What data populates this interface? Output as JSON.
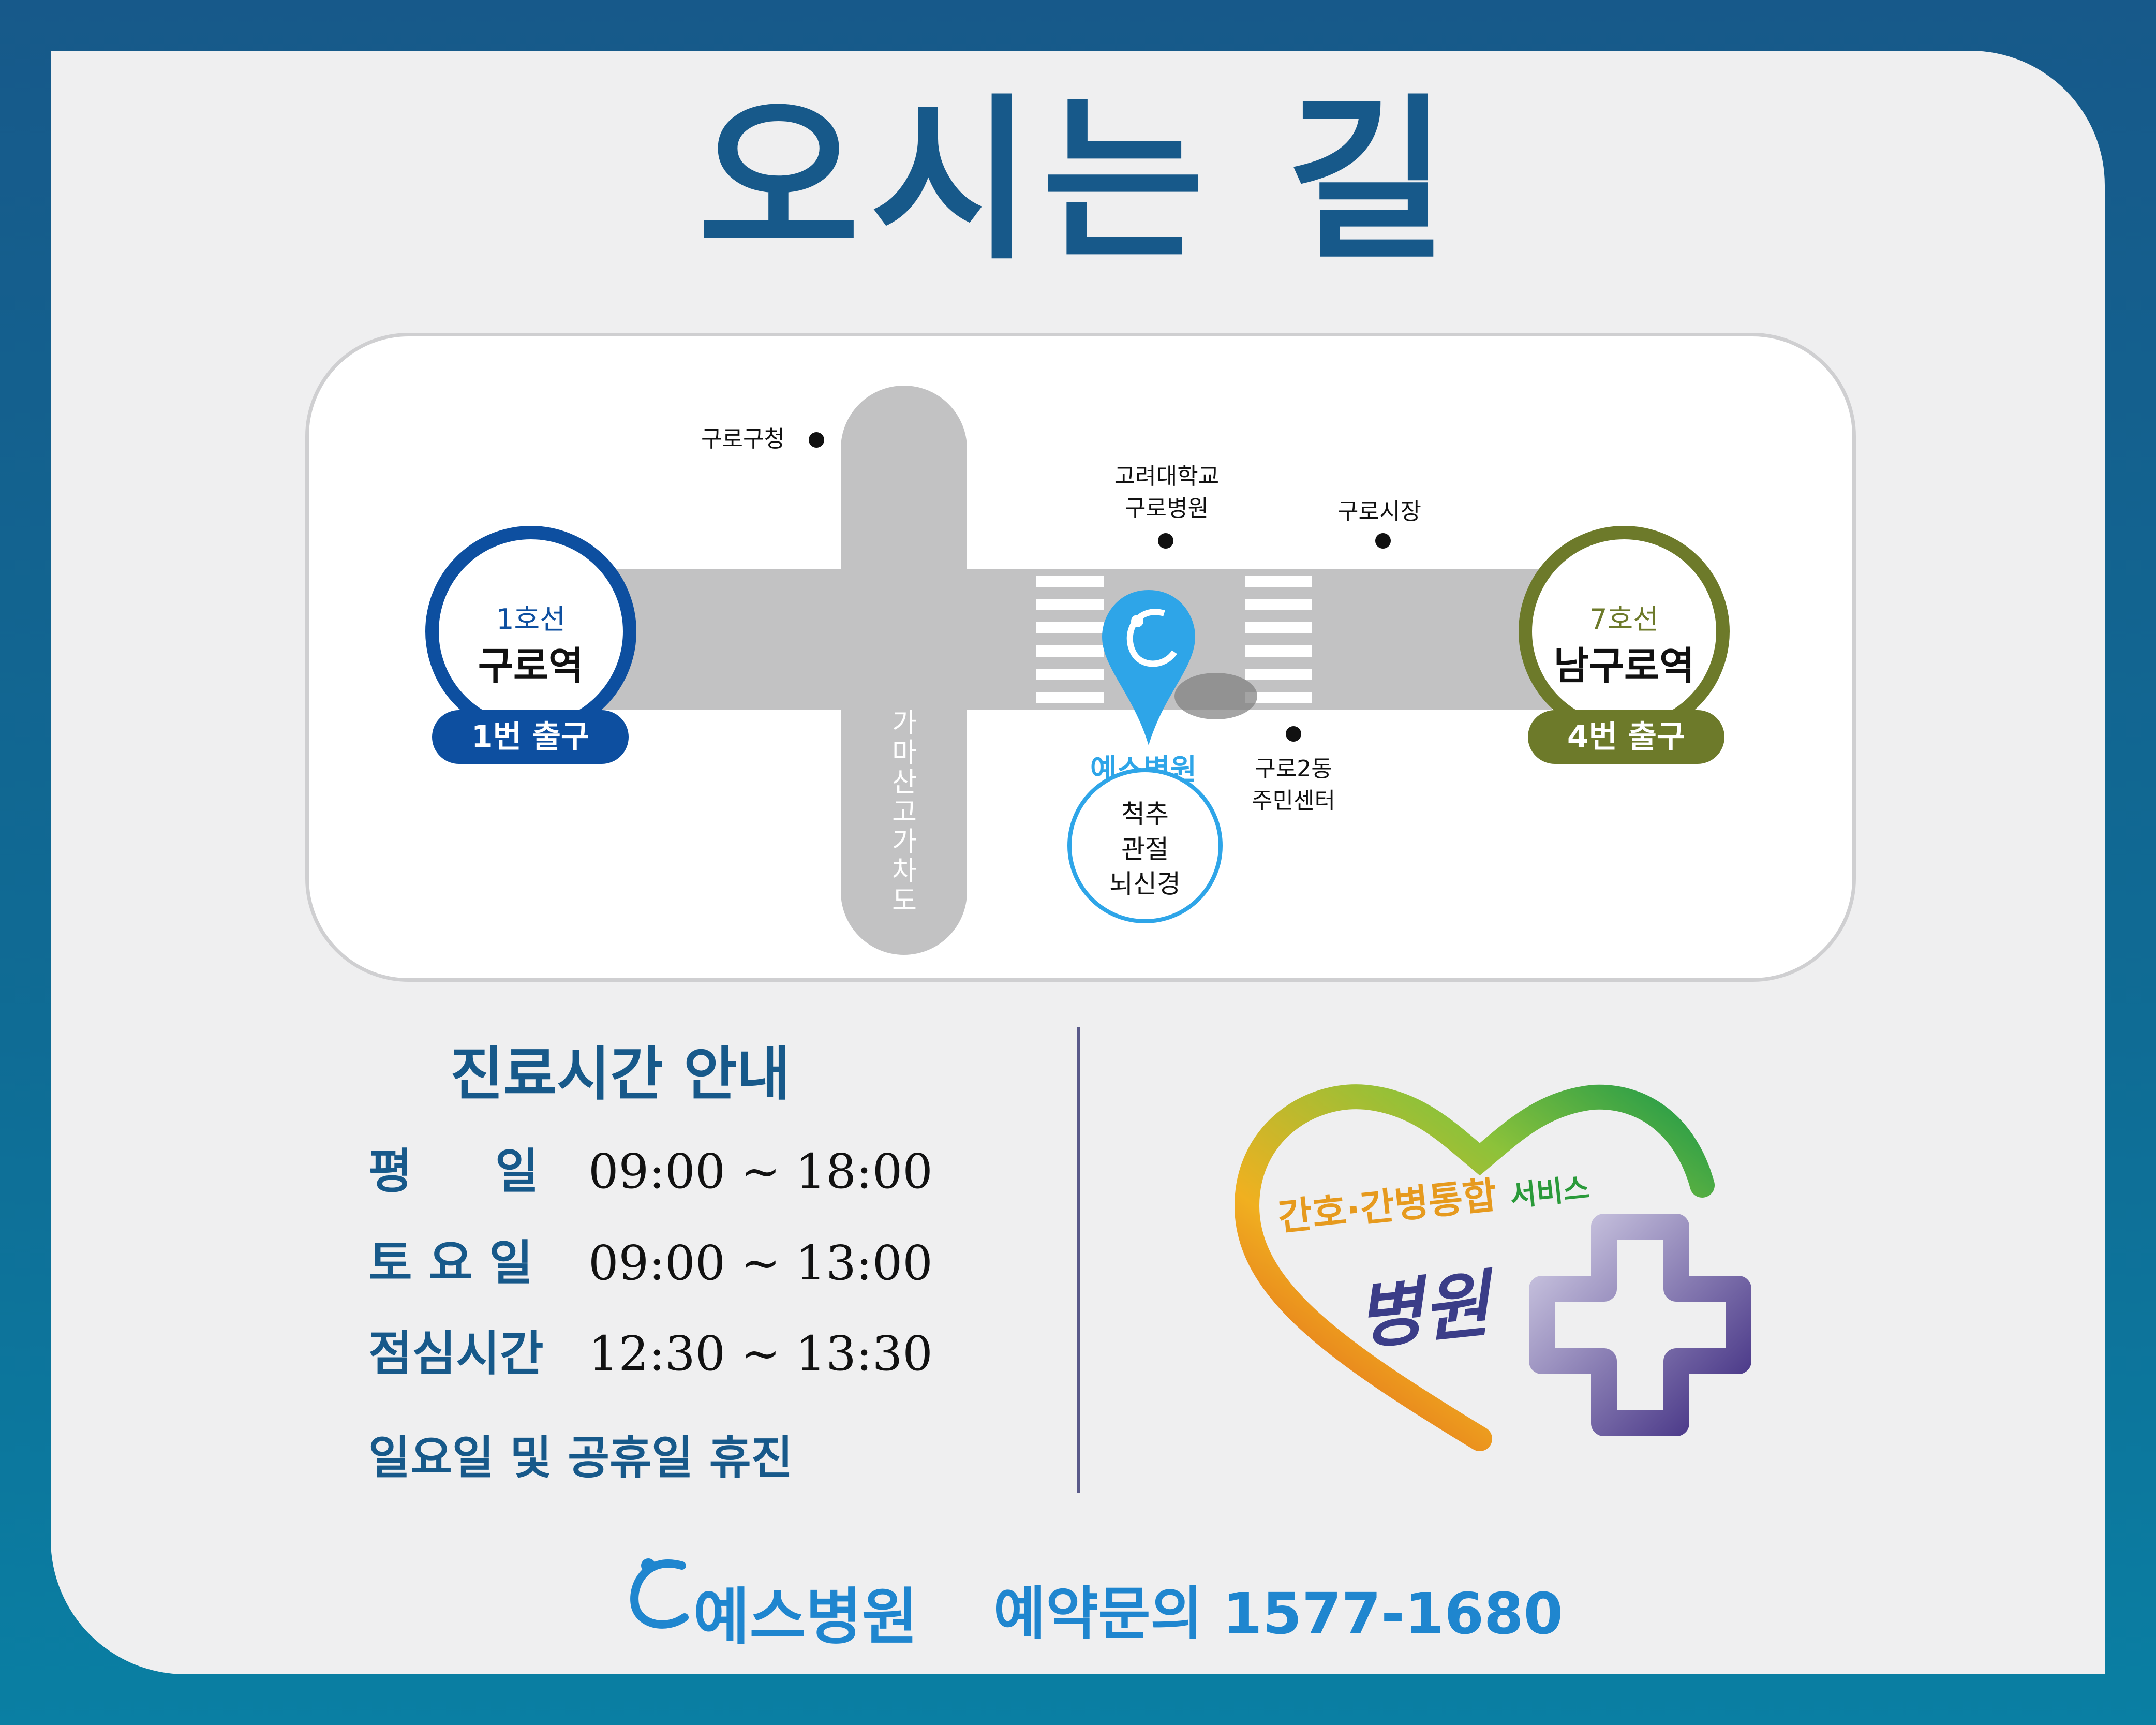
{
  "title": "오시는 길",
  "map": {
    "road_label": [
      "가",
      "마",
      "산",
      "고",
      "가",
      "차",
      "도"
    ],
    "landmarks": {
      "guro_office": "구로구청",
      "korea_univ": [
        "고려대학교",
        "구로병원"
      ],
      "guro_market": "구로시장",
      "guro2dong": [
        "구로2동",
        "주민센터"
      ]
    },
    "station_left": {
      "line": "1호선",
      "name": "구로역",
      "exit": "1번 출구",
      "color": "#0d4fa0"
    },
    "station_right": {
      "line": "7호선",
      "name": "남구로역",
      "exit": "4번 출구",
      "color": "#6d7a2a"
    },
    "hospital": {
      "name": "예스병원",
      "specialties": [
        "척추",
        "관절",
        "뇌신경"
      ],
      "color": "#2ea5e8"
    }
  },
  "hours": {
    "title": "진료시간 안내",
    "rows": [
      {
        "label": "평     일",
        "value": "09:00 ~ 18:00"
      },
      {
        "label": "토 요 일",
        "value": "09:00 ~ 13:00"
      },
      {
        "label": "점심시간",
        "value": "12:30 ~ 13:30"
      }
    ],
    "closed": "일요일 및 공휴일 휴진"
  },
  "badge": {
    "line1": "간호·간병통합",
    "line1_small": "서비스",
    "line2": "병원"
  },
  "footer": {
    "brand": "예스병원",
    "phone": "예약문의 1577-1680"
  }
}
